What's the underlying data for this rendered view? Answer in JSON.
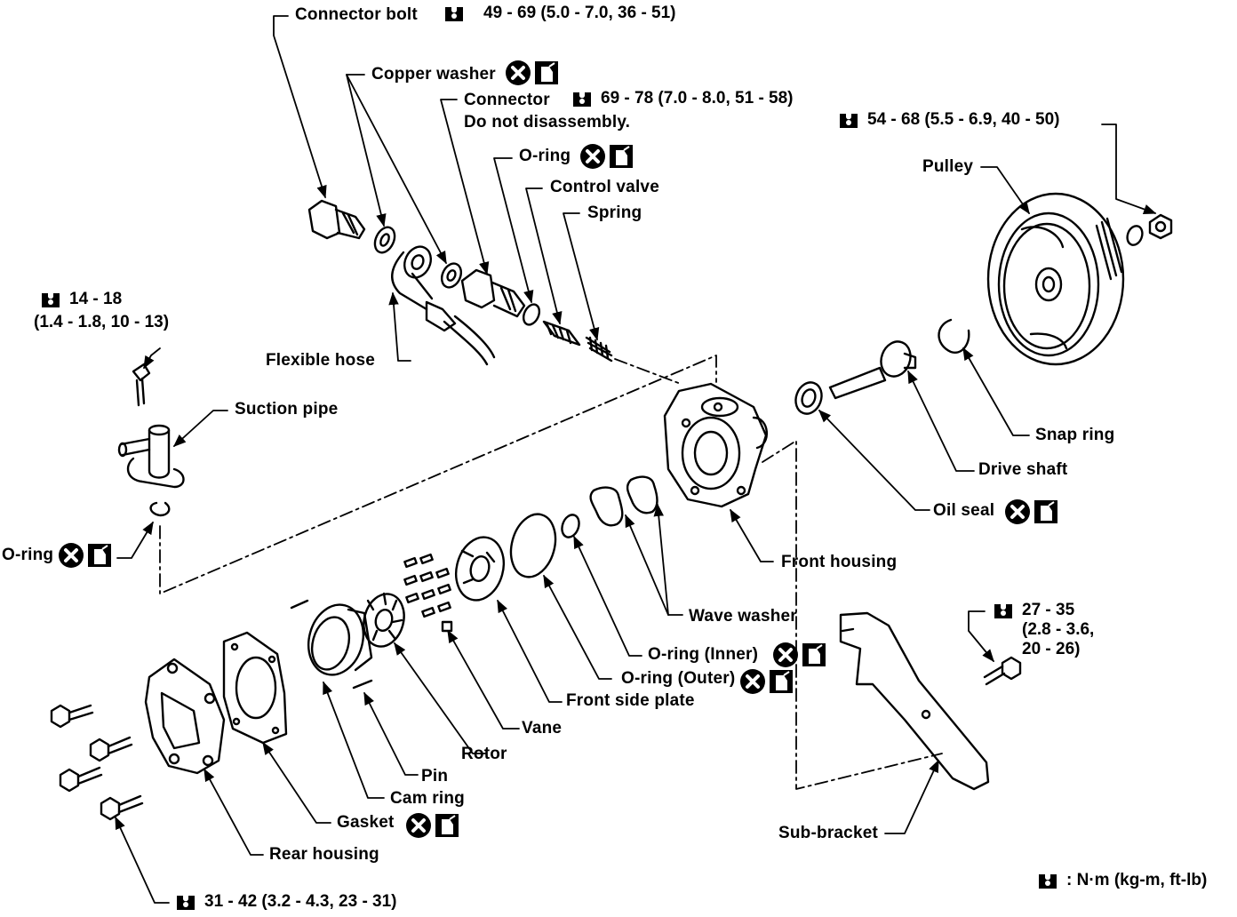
{
  "labels": {
    "connector_bolt": "Connector bolt",
    "copper_washer": "Copper washer",
    "connector": "Connector",
    "do_not_disassembly": "Do not disassembly.",
    "o_ring_top": "O-ring",
    "control_valve": "Control valve",
    "spring": "Spring",
    "pulley": "Pulley",
    "flexible_hose": "Flexible hose",
    "suction_pipe": "Suction pipe",
    "o_ring_left": "O-ring",
    "snap_ring": "Snap ring",
    "drive_shaft": "Drive shaft",
    "oil_seal": "Oil seal",
    "front_housing": "Front housing",
    "wave_washer": "Wave washer",
    "o_ring_inner": "O-ring (Inner)",
    "o_ring_outer": "O-ring (Outer)",
    "front_side_plate": "Front side plate",
    "vane": "Vane",
    "rotor": "Rotor",
    "pin": "Pin",
    "cam_ring": "Cam ring",
    "gasket": "Gasket",
    "rear_housing": "Rear housing",
    "sub_bracket": "Sub-bracket"
  },
  "torques": {
    "connector_bolt": "49 - 69 (5.0 - 7.0, 36 - 51)",
    "connector": "69 - 78 (7.0 - 8.0, 51 - 58)",
    "pulley_nut": "54 - 68 (5.5 - 6.9, 40 - 50)",
    "suction_bolt_line1": "14 - 18",
    "suction_bolt_line2": "(1.4 - 1.8, 10 - 13)",
    "sub_bracket_bolt_line1": "27 - 35",
    "sub_bracket_bolt_line2": "(2.8 - 3.6,",
    "sub_bracket_bolt_line3": "20 - 26)",
    "rear_bolts": "31 - 42 (3.2 - 4.3, 23 - 31)"
  },
  "legend": {
    "unit_text": ": N·m (kg-m, ft-lb)"
  },
  "icons": {
    "torque": "torque-wrench-icon",
    "replace": "replace-x-icon",
    "lubricate": "fluid-can-icon"
  }
}
